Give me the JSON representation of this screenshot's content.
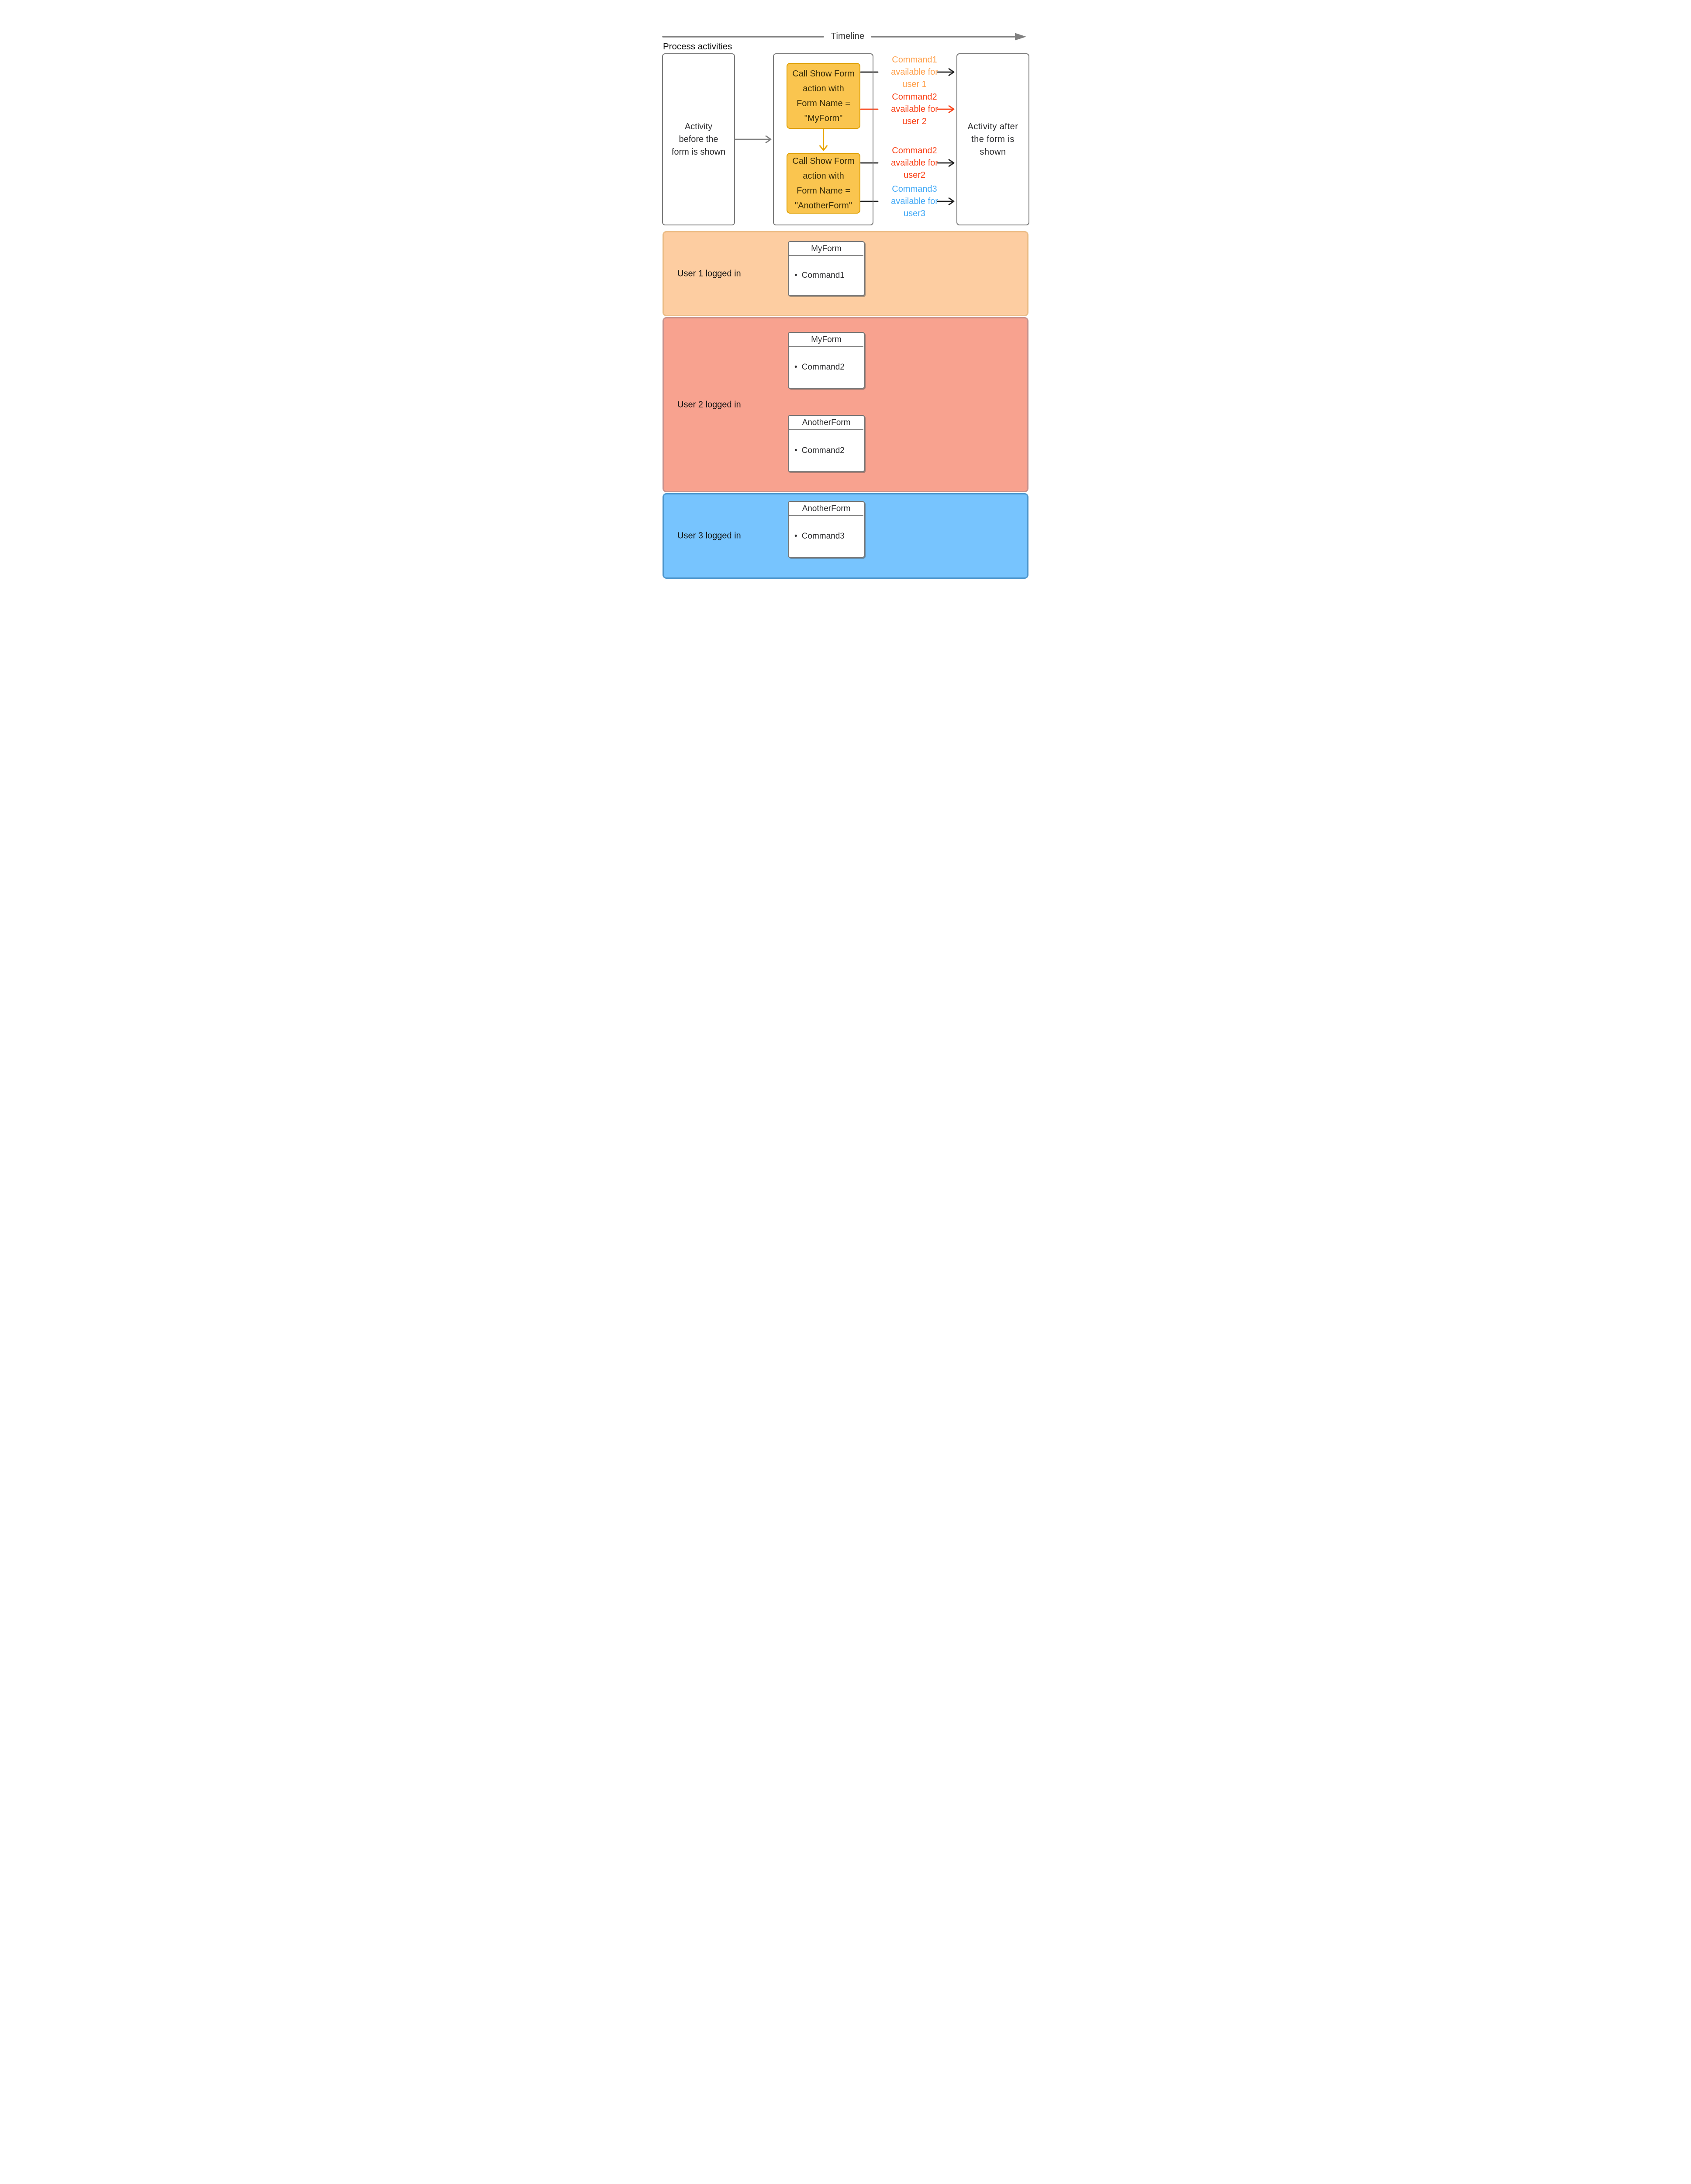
{
  "timeline": {
    "label": "Timeline"
  },
  "header": {
    "title": "Process activities"
  },
  "process": {
    "before_box": {
      "lines": [
        "Activity",
        "before the",
        "form is shown"
      ]
    },
    "action1": {
      "lines": [
        "Call Show Form",
        "action with",
        "Form Name =",
        "\"MyForm\""
      ]
    },
    "action2": {
      "lines": [
        "Call Show Form",
        "action with",
        "Form Name =",
        "\"AnotherForm\""
      ]
    },
    "after_box": {
      "lines": [
        "Activity after",
        "the form is",
        "shown"
      ]
    }
  },
  "annotations": [
    {
      "lines": [
        "Command1",
        "available for",
        "user 1"
      ],
      "color": "#FFA14D"
    },
    {
      "lines": [
        "Command2",
        "available for",
        "user 2"
      ],
      "color": "#F94319"
    },
    {
      "lines": [
        "Command2",
        "available for",
        "user2"
      ],
      "color": "#F94319"
    },
    {
      "lines": [
        "Command3",
        "available for",
        "user3"
      ],
      "color": "#42A9F6"
    }
  ],
  "bands": [
    {
      "label": "User 1 logged in",
      "color": "#FDCDA1",
      "forms": [
        {
          "title": "MyForm",
          "commands": [
            "Command1"
          ]
        }
      ]
    },
    {
      "label": "User 2 logged in",
      "color": "#F8A28F",
      "forms": [
        {
          "title": "MyForm",
          "commands": [
            "Command2"
          ]
        },
        {
          "title": "AnotherForm",
          "commands": [
            "Command2"
          ]
        }
      ]
    },
    {
      "label": "User 3 logged in",
      "color": "#77C4FE",
      "forms": [
        {
          "title": "AnotherForm",
          "commands": [
            "Command3"
          ]
        }
      ]
    }
  ],
  "colors": {
    "action_box_fill": "#FAC54F",
    "action_box_border": "#DFA000",
    "gray_line": "#7B7B7B",
    "black_arrow": "#222222"
  }
}
